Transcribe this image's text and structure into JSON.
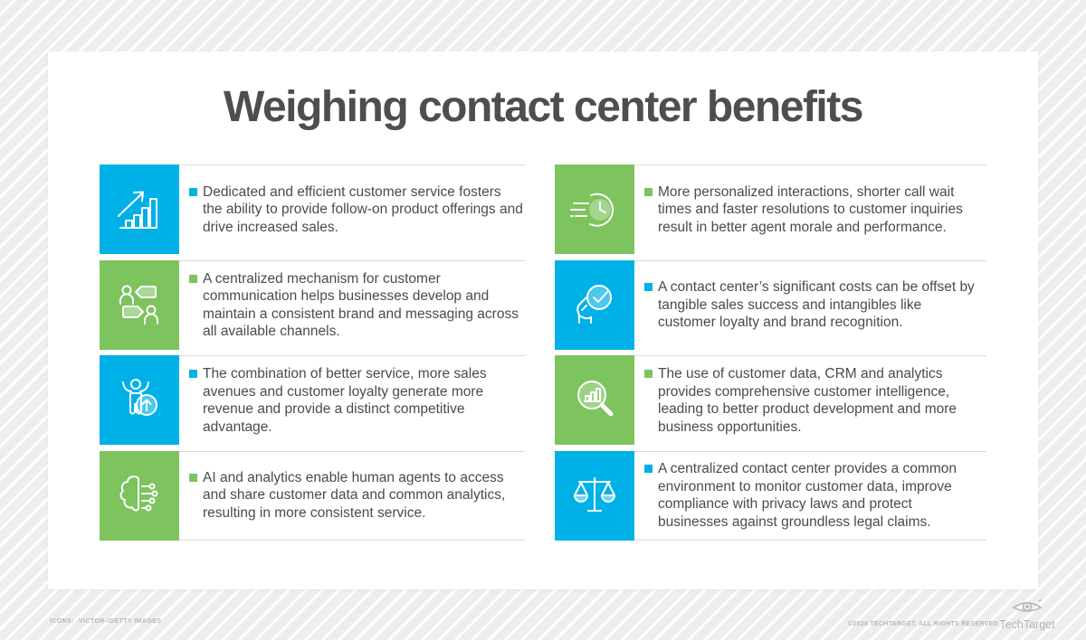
{
  "title": "Weighing contact center benefits",
  "colors": {
    "blue": "#00b1e8",
    "green": "#7dc35e",
    "title_text": "#4d4e50",
    "body_text": "#4a4b4d",
    "divider": "#dadada",
    "footer_text": "#b6b6b8",
    "card_bg": "#ffffff",
    "page_bg": "#efeeee"
  },
  "columns": {
    "left": [
      {
        "color": "blue",
        "icon": "bar-chart-growth-icon",
        "text": "Dedicated and efficient customer service fosters the ability to provide follow-on product offerings and drive increased sales."
      },
      {
        "color": "green",
        "icon": "conversation-icon",
        "text": "A centralized mechanism for customer communication helps businesses develop and maintain a consistent brand and messaging across all available channels."
      },
      {
        "color": "blue",
        "icon": "person-growth-icon",
        "text": "The combination of better service, more sales avenues and customer loyalty generate more revenue and provide a distinct competitive advantage."
      },
      {
        "color": "green",
        "icon": "ai-brain-icon",
        "text": "AI and analytics enable human agents to access and share customer data and common analytics, resulting in more consistent service."
      }
    ],
    "right": [
      {
        "color": "green",
        "icon": "speed-clock-icon",
        "text": "More personalized interactions, shorter call wait times and faster resolutions to customer inquiries result in better agent morale and performance."
      },
      {
        "color": "blue",
        "icon": "hand-check-icon",
        "text": "A contact center’s significant costs can be offset by tangible sales success and intangibles like customer loyalty and brand recognition."
      },
      {
        "color": "green",
        "icon": "analytics-search-icon",
        "text": "The use of customer data, CRM and analytics provides comprehensive customer intelligence, leading to better product development and more business opportunities."
      },
      {
        "color": "blue",
        "icon": "scales-icon",
        "text": "A centralized contact center provides a common environment to monitor customer data, improve compliance with privacy laws and protect businesses against groundless legal claims."
      }
    ]
  },
  "footer": {
    "credit": "ICONS: -VICTOR-/GETTY IMAGES",
    "copyright": "©2024 TECHTARGET, ALL RIGHTS RESERVED",
    "brand": "TechTarget"
  }
}
